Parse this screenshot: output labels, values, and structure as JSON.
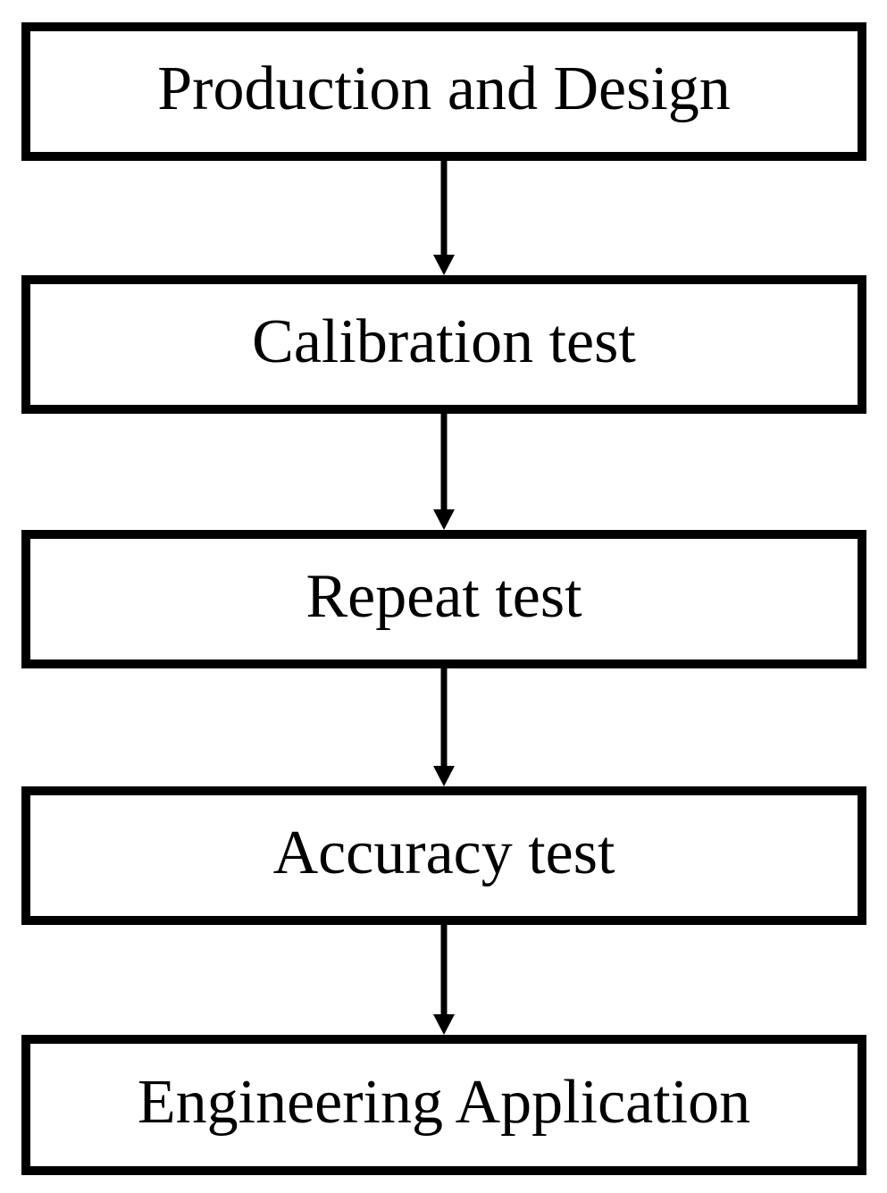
{
  "flowchart": {
    "type": "vertical-flow",
    "steps": [
      {
        "id": 1,
        "label": "Production and Design"
      },
      {
        "id": 2,
        "label": "Calibration test"
      },
      {
        "id": 3,
        "label": "Repeat test"
      },
      {
        "id": 4,
        "label": "Accuracy test"
      },
      {
        "id": 5,
        "label": "Engineering Application"
      }
    ],
    "connections": [
      {
        "from": "Production and Design",
        "to": "Calibration test",
        "direction": "down"
      },
      {
        "from": "Calibration test",
        "to": "Repeat test",
        "direction": "down"
      },
      {
        "from": "Repeat test",
        "to": "Accuracy test",
        "direction": "down"
      },
      {
        "from": "Accuracy test",
        "to": "Engineering Application",
        "direction": "down"
      }
    ],
    "colors": {
      "box_border": "#000000",
      "box_fill": "#ffffff",
      "text": "#000000",
      "arrow": "#000000"
    }
  }
}
